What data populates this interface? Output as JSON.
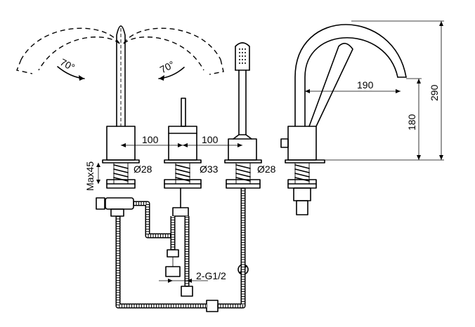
{
  "labels": {
    "swing_left": "70°",
    "swing_right": "70°",
    "spacing_left": "100",
    "spacing_right": "100",
    "diameter_left": "Ø28",
    "diameter_center": "Ø33",
    "diameter_right": "Ø28",
    "max_deck": "Max45",
    "connection": "2-G1/2",
    "reach": "190",
    "spout_height": "180",
    "total_height": "290"
  }
}
